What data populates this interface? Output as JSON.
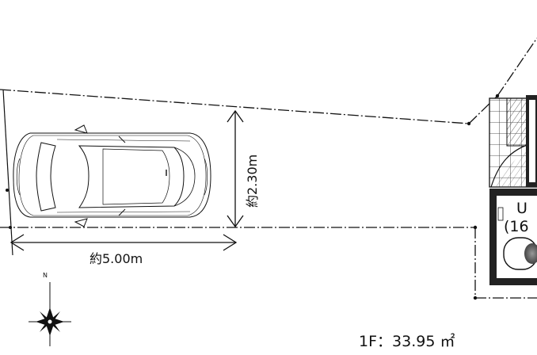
{
  "dimensions": {
    "height_label": "約2.30m",
    "length_label": "約5.00m"
  },
  "compass": {
    "north_label": "N"
  },
  "room": {
    "label_line1": "U",
    "label_line2": "(16"
  },
  "area": {
    "label": "1F：33.95 ㎡"
  },
  "colors": {
    "ink": "#111111",
    "background": "#ffffff"
  }
}
